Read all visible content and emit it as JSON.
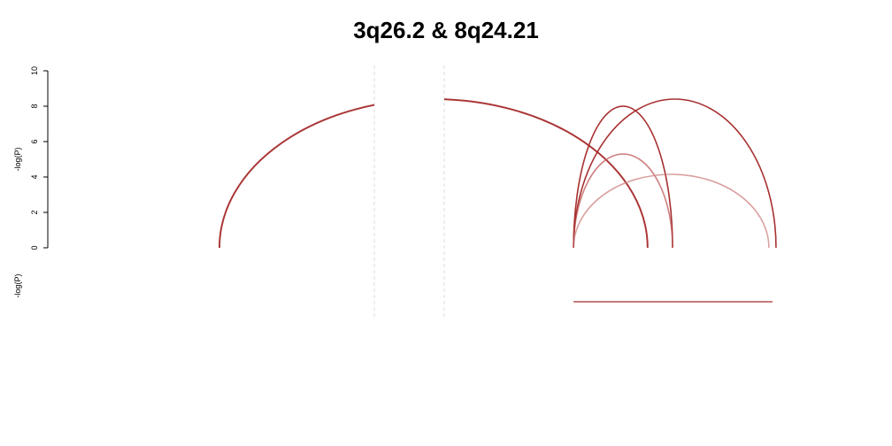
{
  "title": "3q26.2 & 8q24.21",
  "chart_data": {
    "type": "arc",
    "title": "3q26.2 & 8q24.21",
    "upper_panel": {
      "ylabel": "-log(P)",
      "ylim": [
        0,
        10
      ],
      "yticks": [
        "0",
        "2",
        "4",
        "6",
        "8",
        "10"
      ],
      "grid": false
    },
    "lower_panel": {
      "ylabel": "-log(P)"
    },
    "xlim": [
      0,
      1000
    ],
    "break_region": [
      0.486,
      0.566
    ],
    "arcs": [
      {
        "x1": 0.246,
        "x2": 0.726,
        "peak": 8.4,
        "color": "#a52a2a",
        "opacity": 0.9,
        "width": 2
      },
      {
        "x1": 0.246,
        "x2": 0.726,
        "peak": 8.4,
        "color": "#a52a2a",
        "opacity": 0.6,
        "width": 1
      },
      {
        "x1": 0.643,
        "x2": 0.754,
        "peak": 8.0,
        "color": "#a52a2a",
        "opacity": 0.95,
        "width": 1.6
      },
      {
        "x1": 0.643,
        "x2": 0.87,
        "peak": 8.4,
        "color": "#a52a2a",
        "opacity": 0.95,
        "width": 1.6
      },
      {
        "x1": 0.643,
        "x2": 0.754,
        "peak": 5.3,
        "color": "#c26060",
        "opacity": 0.8,
        "width": 1.6
      },
      {
        "x1": 0.643,
        "x2": 0.862,
        "peak": 4.15,
        "color": "#d18a8a",
        "opacity": 0.8,
        "width": 1.6
      },
      {
        "x1": 0.643,
        "x2": 0.87,
        "peak": 8.4,
        "color": "#a52a2a",
        "opacity": 0.5,
        "width": 1
      },
      {
        "x1": 0.643,
        "x2": 0.754,
        "peak": 8.0,
        "color": "#a52a2a",
        "opacity": 0.5,
        "width": 1
      }
    ],
    "segments": [
      {
        "x1": 0.643,
        "x2": 0.866,
        "color": "#a52a2a"
      }
    ]
  }
}
